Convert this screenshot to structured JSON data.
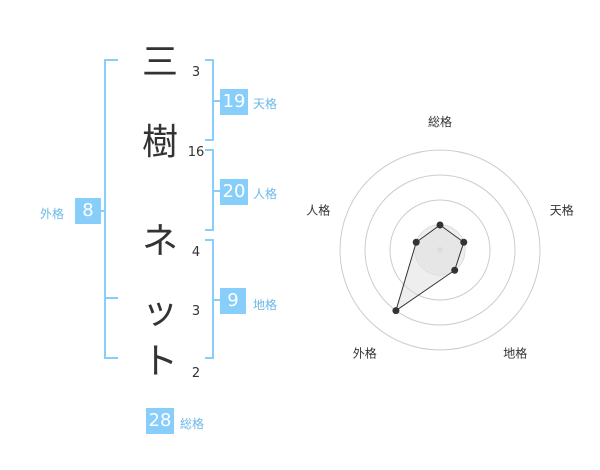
{
  "name": {
    "chars": [
      {
        "char": "三",
        "strokes": "3"
      },
      {
        "char": "樹",
        "strokes": "16"
      },
      {
        "char": "ネ",
        "strokes": "4"
      },
      {
        "char": "ッ",
        "strokes": "3"
      },
      {
        "char": "ト",
        "strokes": "2"
      }
    ]
  },
  "kakusu": {
    "tenkaku": {
      "value": "19",
      "label": "天格"
    },
    "jinkaku": {
      "value": "20",
      "label": "人格"
    },
    "chikaku": {
      "value": "9",
      "label": "地格"
    },
    "gaikaku": {
      "value": "8",
      "label": "外格"
    },
    "soukaku": {
      "value": "28",
      "label": "総格"
    }
  },
  "radar": {
    "axes": [
      "総格",
      "天格",
      "地格",
      "外格",
      "人格"
    ],
    "levels": 4,
    "scores": [
      1.0,
      1.0,
      1.0,
      3.0,
      1.0
    ],
    "max": 4,
    "line_color": "#333333",
    "fill_color": "#dddddd",
    "grid_color": "#cccccc"
  },
  "colors": {
    "accent": "#87cefa",
    "accent_text": "#6ab8e9"
  }
}
